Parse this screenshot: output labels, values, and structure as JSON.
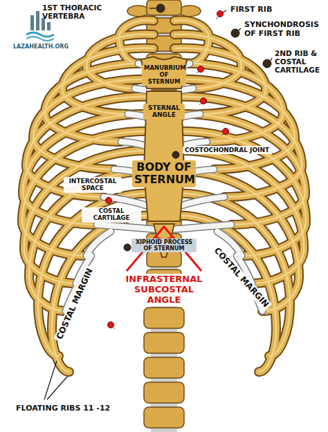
{
  "diagram": {
    "labels": [
      "LAZAHEALTH.ORG",
      "1ST THORACIC VERTEBRA",
      "FIRST RIB",
      "SYNCHONDROSIS OF FIRST RIB",
      "2ND RIB & COSTAL CARTILAGE",
      "MANUBRIUM OF STERNUM",
      "STERNAL ANGLE",
      "COSTOCHONDRAL JOINT",
      "BODY OF STERNUM",
      "INTERCOSTAL SPACE",
      "COSTAL CARTILAGE",
      "XIPHOID PROCESS OF STERNUM",
      "INFRASTERNAL SUBCOSTAL ANGLE",
      "COSTAL MARGIN",
      "COSTAL MARGIN",
      "FLOATING RIBS 11 -12"
    ]
  }
}
